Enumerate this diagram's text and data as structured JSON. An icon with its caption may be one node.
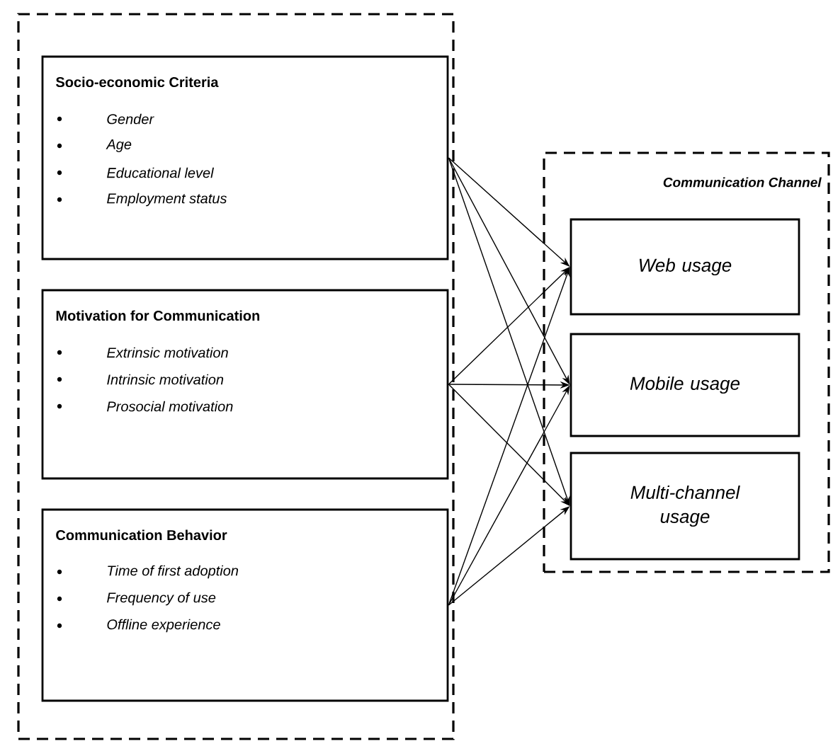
{
  "diagram": {
    "nodes": [
      {
        "text": [],
        "shape": "box"
      },
      {
        "text": [
          "Socio-economic Criteria",
          "Gender",
          "Age",
          "Educational level",
          "Employment status"
        ],
        "in": 0
      },
      {
        "text": [
          "Motivation for Communication",
          "Extrinsic motivation",
          "Intrinsic motivation",
          "Prosocial motivation"
        ],
        "in": 0
      },
      {
        "text": [
          "Communication Behavior",
          "Time of first adoption",
          "Frequency of use",
          "Offline experience"
        ],
        "in": 0
      },
      {
        "text": [
          "Communication Channel"
        ]
      },
      {
        "text": [
          "Web usage"
        ],
        "in": 4
      },
      {
        "text": [
          "Mobile usage"
        ],
        "in": 4
      },
      {
        "text": [
          "Multi-channel usage"
        ],
        "in": 4
      }
    ],
    "edges": [
      {
        "from": 1,
        "to": 5,
        "arrow": "to"
      },
      {
        "from": 1,
        "to": 6,
        "arrow": "to"
      },
      {
        "from": 1,
        "to": 7,
        "arrow": "to"
      },
      {
        "from": 2,
        "to": 5,
        "arrow": "to"
      },
      {
        "from": 2,
        "to": 6,
        "arrow": "to"
      },
      {
        "from": 2,
        "to": 7,
        "arrow": "to"
      },
      {
        "from": 3,
        "to": 5,
        "arrow": "to"
      },
      {
        "from": 3,
        "to": 6,
        "arrow": "to"
      },
      {
        "from": 3,
        "to": 7,
        "arrow": "to"
      }
    ]
  }
}
